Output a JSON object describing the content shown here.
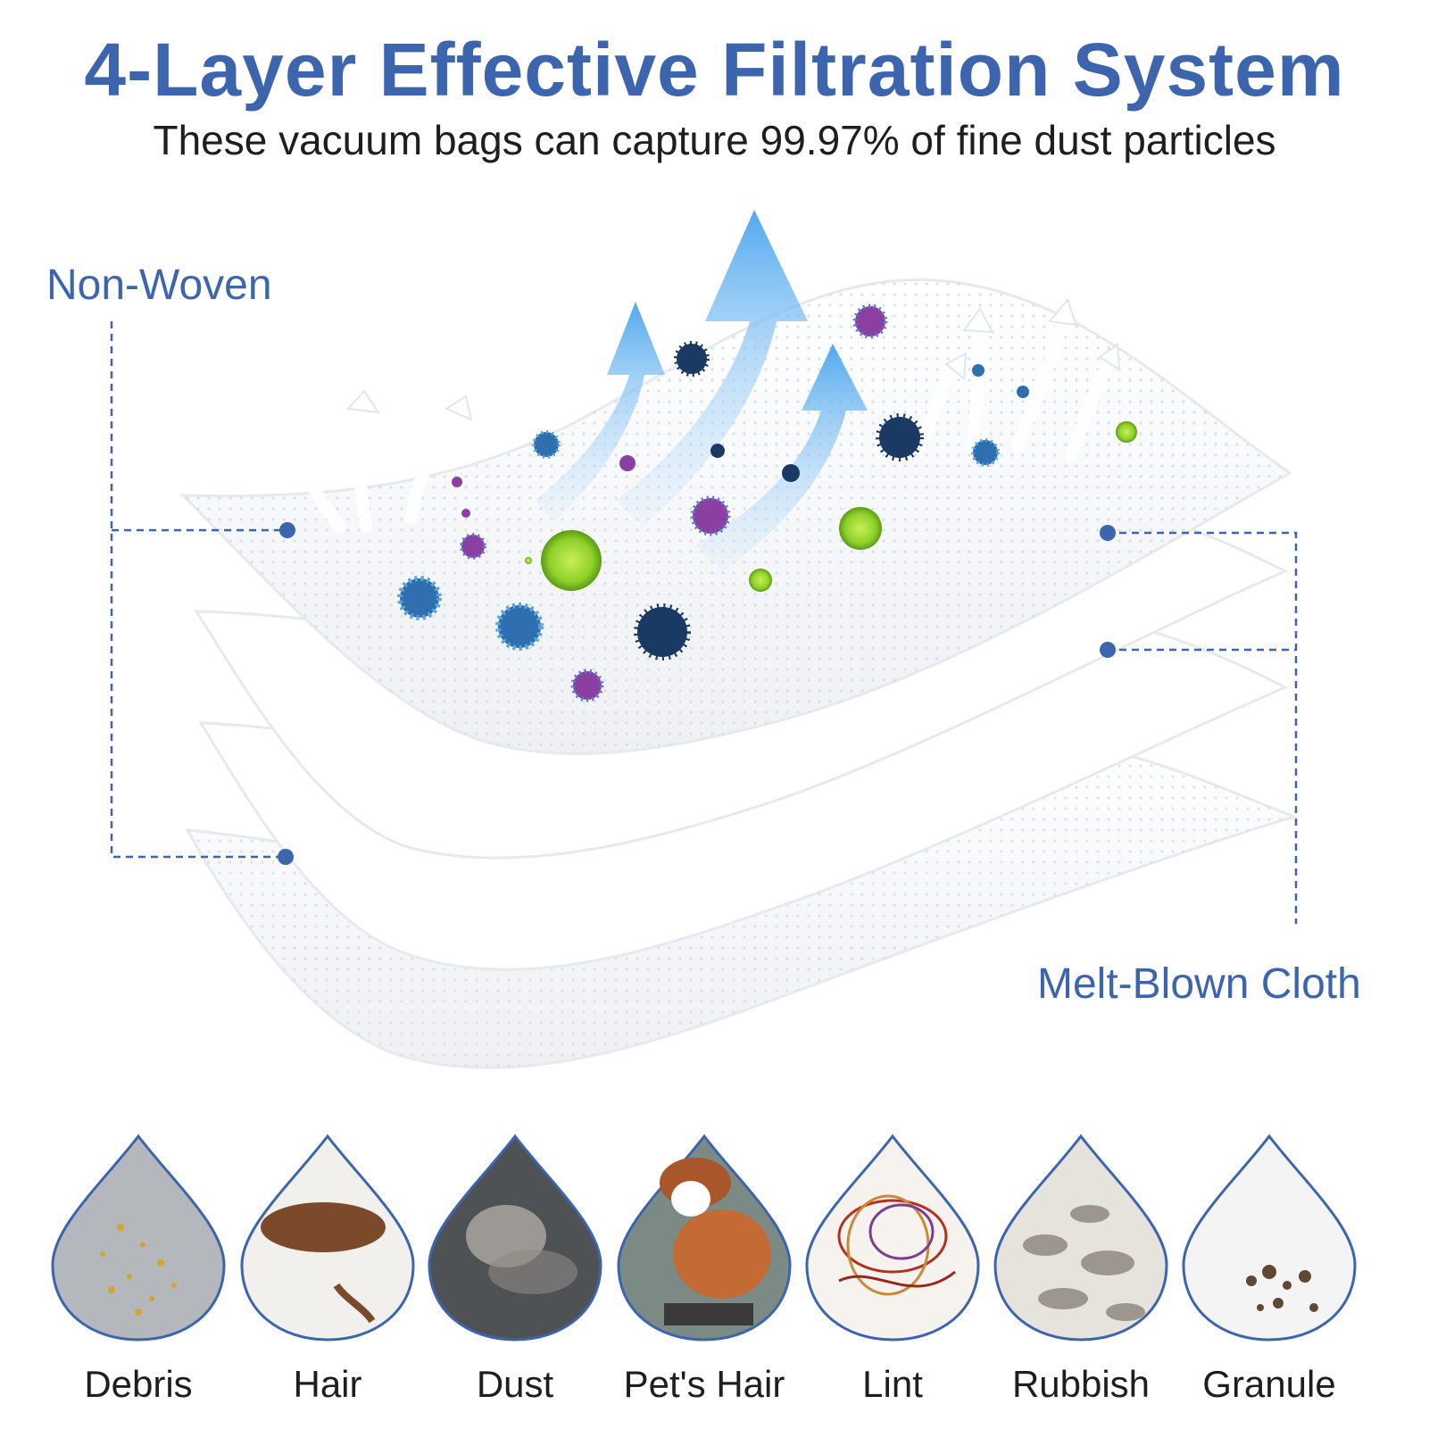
{
  "header": {
    "title": "4-Layer Effective Filtration System",
    "subtitle": "These vacuum bags can capture 99.97% of fine dust particles"
  },
  "callouts": {
    "left_label": "Non-Woven",
    "right_label": "Melt-Blown Cloth"
  },
  "colors": {
    "brand_blue": "#3c65ad",
    "text_dark": "#1e1e1e"
  },
  "particles": {
    "items": [
      {
        "label": "Debris"
      },
      {
        "label": "Hair"
      },
      {
        "label": "Dust"
      },
      {
        "label": "Pet's Hair"
      },
      {
        "label": "Lint"
      },
      {
        "label": "Rubbish"
      },
      {
        "label": "Granule"
      }
    ]
  }
}
